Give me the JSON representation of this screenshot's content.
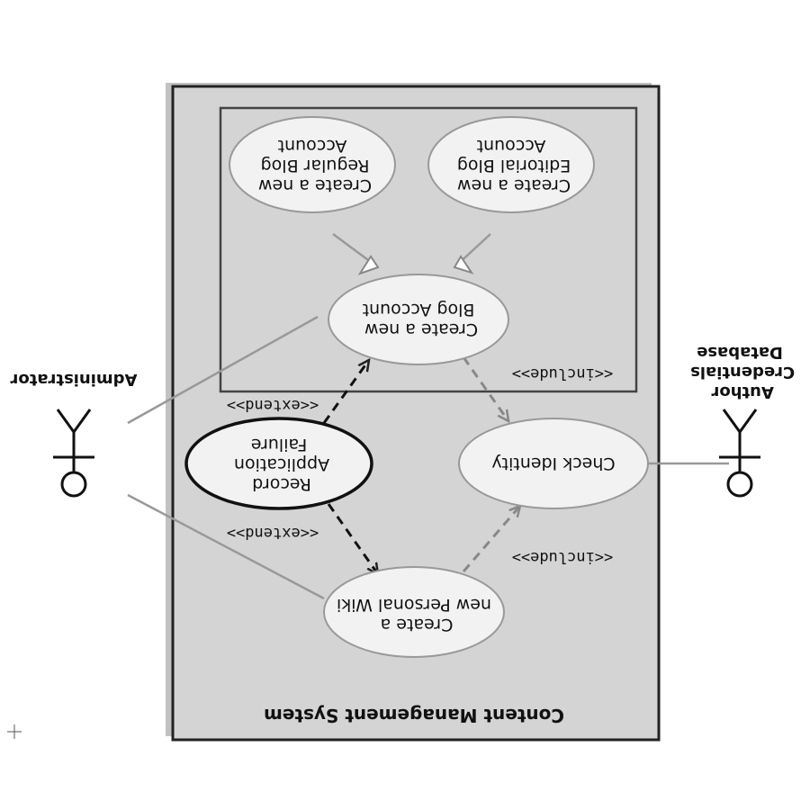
{
  "diagram": {
    "system_label": "Content Management System",
    "actors": {
      "administrator": "Administrator",
      "author_db": [
        "Author",
        "Credentials",
        "Database"
      ]
    },
    "use_cases": {
      "regular_blog": [
        "Create a new",
        "Regular Blog",
        "Account"
      ],
      "editorial_blog": [
        "Create a new",
        "Editorial Blog",
        "Account"
      ],
      "blog_account": [
        "Create a new",
        "Blog Account"
      ],
      "record_failure": [
        "Record",
        "Application",
        "Failure"
      ],
      "check_identity": "Check Identity",
      "personal_wiki": [
        "Create a",
        "new Personal Wiki"
      ]
    },
    "stereotypes": {
      "extend_top": "<<extend>>",
      "extend_bottom": "<<extend>>",
      "include_top": "<<include>>",
      "include_bottom": "<<include>>"
    },
    "colors": {
      "system_fill": "#d4d4d4",
      "usecase_fill": "#f2f2f2",
      "stroke": "#222222"
    }
  }
}
